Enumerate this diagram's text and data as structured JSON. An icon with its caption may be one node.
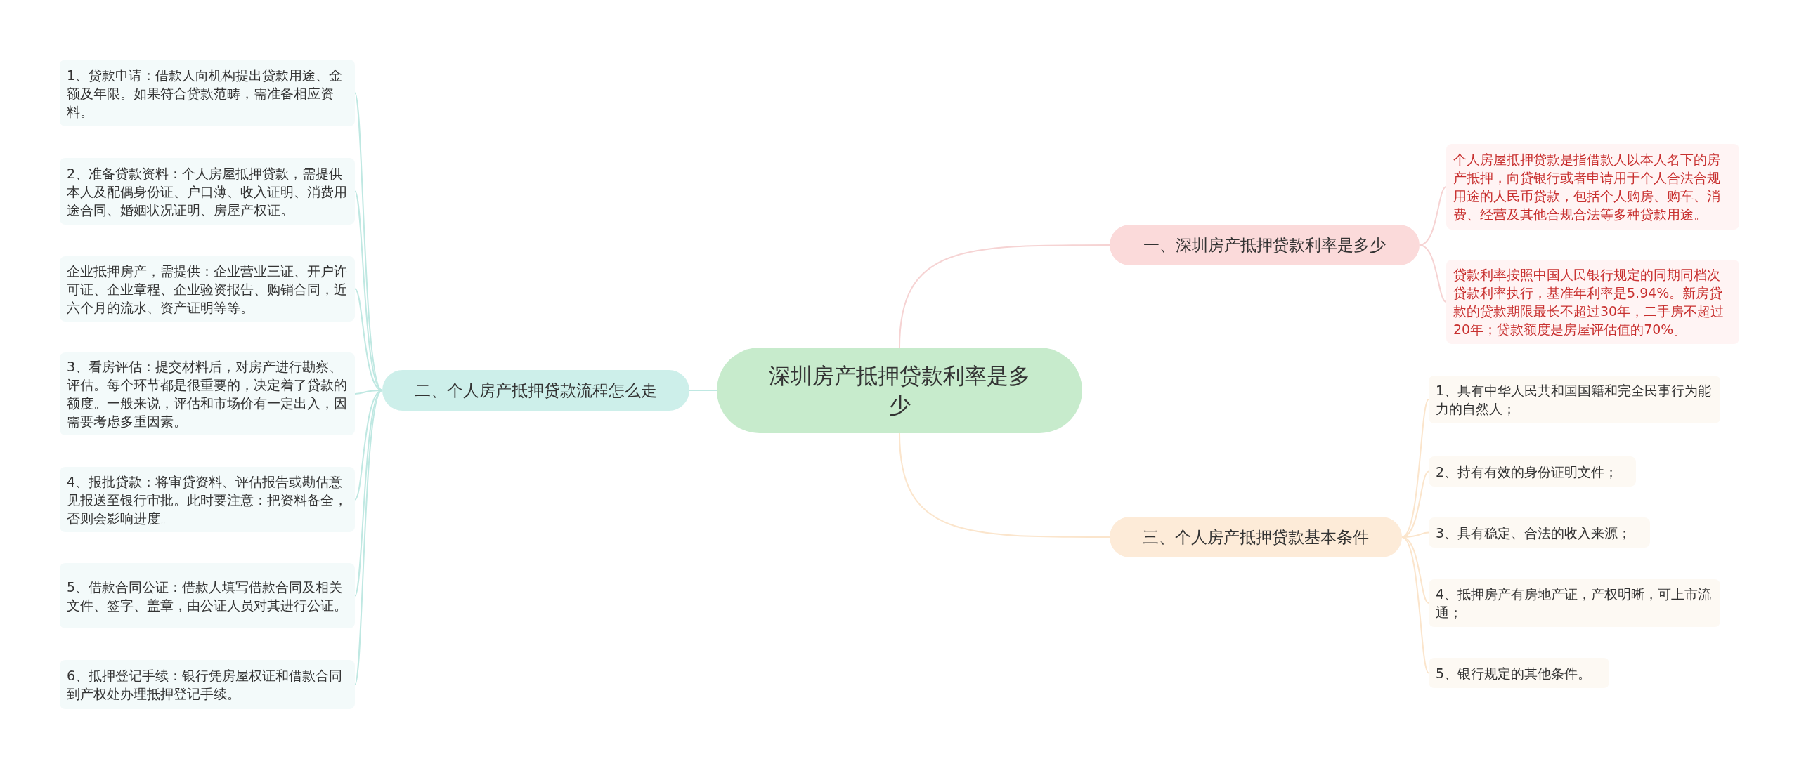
{
  "diagram": {
    "nodes": [
      {
        "text": [
          "深圳房产抵押贷款利率是多少"
        ]
      },
      {
        "text": [
          "二、个人房产抵押贷款流程怎么走"
        ]
      },
      {
        "text": [
          "1、贷款申请：借款人向机构提出贷款用途、金额及年限。如果符合贷款范畴，需准备相应资料。"
        ]
      },
      {
        "text": [
          "2、准备贷款资料：个人房屋抵押贷款，需提供本人及配偶身份证、户口薄、收入证明、消费用途合同、婚姻状况证明、房屋产权证。"
        ]
      },
      {
        "text": [
          "企业抵押房产，需提供：企业营业三证、开户许可证、企业章程、企业验资报告、购销合同，近六个月的流水、资产证明等等。"
        ]
      },
      {
        "text": [
          "3、看房评估：提交材料后，对房产进行勘察、评估。每个环节都是很重要的，决定着了贷款的额度。一般来说，评估和市场价有一定出入，因需要考虑多重因素。"
        ]
      },
      {
        "text": [
          "4、报批贷款：将审贷资料、评估报告或勘估意见报送至银行审批。此时要注意：把资料备全，否则会影响进度。"
        ]
      },
      {
        "text": [
          "5、借款合同公证：借款人填写借款合同及相关文件、签字、盖章，由公证人员对其进行公证。"
        ]
      },
      {
        "text": [
          "6、抵押登记手续：银行凭房屋权证和借款合同到产权处办理抵押登记手续。"
        ]
      },
      {
        "text": [
          "一、深圳房产抵押贷款利率是多少"
        ]
      },
      {
        "text": [
          "个人房屋抵押贷款是指借款人以本人名下的房产抵押，向贷银行或者申请用于个人合法合规用途的人民币贷款，包括个人购房、购车、消费、经营及其他合规合法等多种贷款用途。"
        ]
      },
      {
        "text": [
          "贷款利率按照中国人民银行规定的同期同档次贷款利率执行，基准年利率是5.94%。新房贷款的贷款期限最长不超过30年，二手房不超过20年；贷款额度是房屋评估值的70%。"
        ]
      },
      {
        "text": [
          "三、个人房产抵押贷款基本条件"
        ]
      },
      {
        "text": [
          "1、具有中华人民共和国国籍和完全民事行为能力的自然人；"
        ]
      },
      {
        "text": [
          "2、持有有效的身份证明文件；"
        ]
      },
      {
        "text": [
          "3、具有稳定、合法的收入来源；"
        ]
      },
      {
        "text": [
          "4、抵押房产有房地产证，产权明晰，可上市流通；"
        ]
      },
      {
        "text": [
          "5、银行规定的其他条件。"
        ]
      }
    ],
    "edges": [
      {
        "from": 0,
        "to": 1,
        "arrow": "none",
        "color": "#bfe8e2"
      },
      {
        "from": 1,
        "to": 2,
        "arrow": "none",
        "color": "#bfe8e2"
      },
      {
        "from": 1,
        "to": 3,
        "arrow": "none",
        "color": "#bfe8e2"
      },
      {
        "from": 1,
        "to": 4,
        "arrow": "none",
        "color": "#bfe8e2"
      },
      {
        "from": 1,
        "to": 5,
        "arrow": "none",
        "color": "#bfe8e2"
      },
      {
        "from": 1,
        "to": 6,
        "arrow": "none",
        "color": "#bfe8e2"
      },
      {
        "from": 1,
        "to": 7,
        "arrow": "none",
        "color": "#bfe8e2"
      },
      {
        "from": 1,
        "to": 8,
        "arrow": "none",
        "color": "#bfe8e2"
      },
      {
        "from": 0,
        "to": 9,
        "arrow": "none",
        "color": "#f6d3d3"
      },
      {
        "from": 9,
        "to": 10,
        "arrow": "none",
        "color": "#f6d3d3"
      },
      {
        "from": 9,
        "to": 11,
        "arrow": "none",
        "color": "#f6d3d3"
      },
      {
        "from": 0,
        "to": 12,
        "arrow": "none",
        "color": "#fbe5cc"
      },
      {
        "from": 12,
        "to": 13,
        "arrow": "none",
        "color": "#fbe5cc"
      },
      {
        "from": 12,
        "to": 14,
        "arrow": "none",
        "color": "#fbe5cc"
      },
      {
        "from": 12,
        "to": 15,
        "arrow": "none",
        "color": "#fbe5cc"
      },
      {
        "from": 12,
        "to": 16,
        "arrow": "none",
        "color": "#fbe5cc"
      },
      {
        "from": 12,
        "to": 17,
        "arrow": "none",
        "color": "#fbe5cc"
      }
    ]
  }
}
